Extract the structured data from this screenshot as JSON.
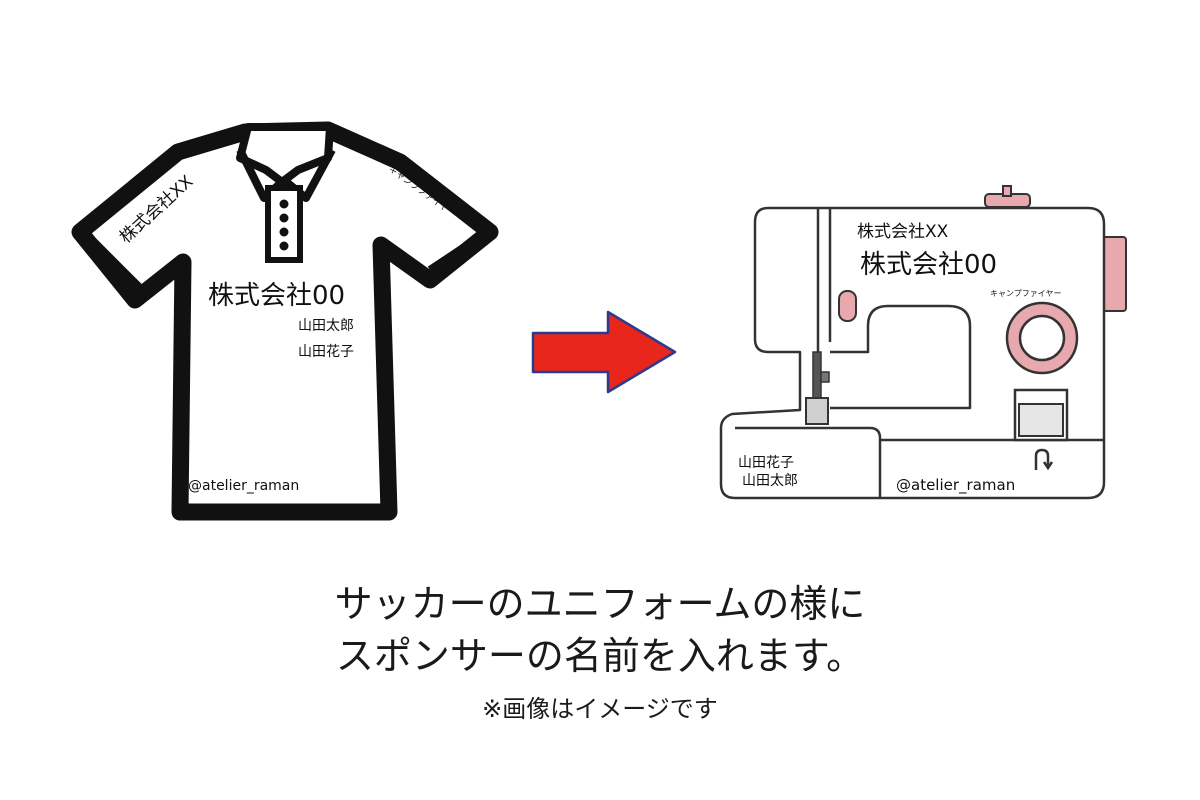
{
  "shirt": {
    "sleeve_left_text": "株式会社XX",
    "sleeve_right_text": "キャンプファイヤー",
    "company_text": "株式会社00",
    "name_1": "山田太郎",
    "name_2": "山田花子",
    "handle": "@atelier_raman"
  },
  "machine": {
    "label_top": "株式会社XX",
    "label_main": "株式会社00",
    "label_small": "キャンプファイヤー",
    "names_1": "山田花子",
    "names_2": "山田太郎",
    "handle": "@atelier_raman"
  },
  "colors": {
    "arrow_fill": "#e8261c",
    "arrow_stroke": "#2b3a8f",
    "machine_accent": "#e8a9ae",
    "outline": "#111111"
  },
  "captions": {
    "line1": "サッカーのユニフォームの様に",
    "line2": "スポンサーの名前を入れます。",
    "note": "※画像はイメージです"
  }
}
